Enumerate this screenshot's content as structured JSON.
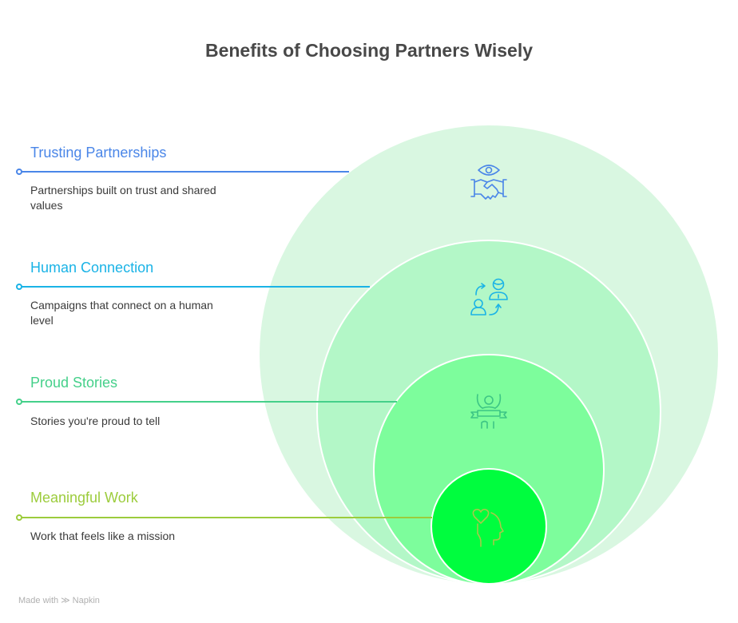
{
  "title": "Benefits of Choosing Partners Wisely",
  "layers": [
    {
      "label": "Trusting Partnerships",
      "description": "Partnerships built on trust and shared values",
      "color": "#4a86e8",
      "fill": "#d9f7e1",
      "icon": "eye-handshake-icon"
    },
    {
      "label": "Human Connection",
      "description": "Campaigns that connect on a human level",
      "color": "#1ab3e6",
      "fill": "#b3f7c7",
      "icon": "people-exchange-icon"
    },
    {
      "label": "Proud Stories",
      "description": "Stories you're proud to tell",
      "color": "#45d08a",
      "fill": "#7dfd9c",
      "icon": "celebrating-person-banner-icon"
    },
    {
      "label": "Meaningful Work",
      "description": "Work that feels like a mission",
      "color": "#9ccc3c",
      "fill": "#00fd3e",
      "icon": "head-heart-icon"
    }
  ],
  "footer": {
    "made_with": "Made with",
    "brand": "Napkin"
  }
}
